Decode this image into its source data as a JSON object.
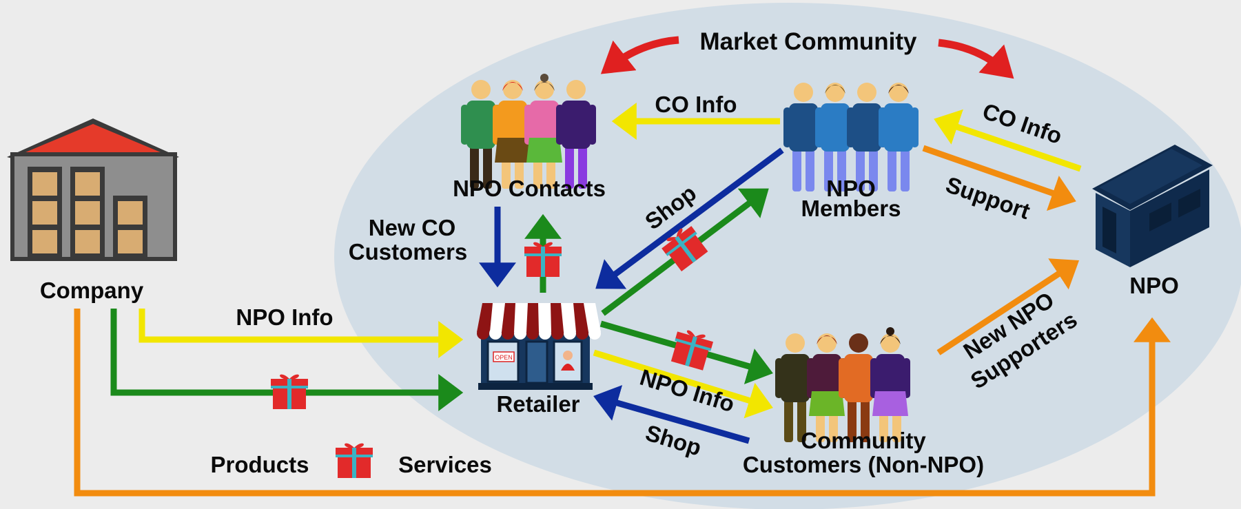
{
  "title": "Market Community",
  "nodes": {
    "company": "Company",
    "retailer": "Retailer",
    "npo": "NPO",
    "npo_contacts": "NPO Contacts",
    "npo_members_line1": "NPO",
    "npo_members_line2": "Members",
    "community_line1": "Community",
    "community_line2": "Customers (Non-NPO)"
  },
  "flows": {
    "co_info_members_to_contacts": "CO Info",
    "co_info_npo_to_members": "CO Info",
    "support": "Support",
    "shop_members": "Shop",
    "new_co_customers_line1": "New CO",
    "new_co_customers_line2": "Customers",
    "npo_info_company": "NPO Info",
    "npo_info_retailer": "NPO Info",
    "shop_community": "Shop",
    "new_npo_supporters_line1": "New NPO",
    "new_npo_supporters_line2": "Supporters"
  },
  "legend": {
    "products": "Products",
    "services": "Services"
  },
  "shop_sign": "OPEN",
  "colors": {
    "info": "#f2e600",
    "products_services": "#1b8a1b",
    "shop": "#0d2c9e",
    "support": "#f28c0f",
    "market_arrows": "#e02020",
    "ellipse": "#d2dde6",
    "gift": "#e22a2a",
    "gift_ribbon": "#3bb3c3"
  }
}
